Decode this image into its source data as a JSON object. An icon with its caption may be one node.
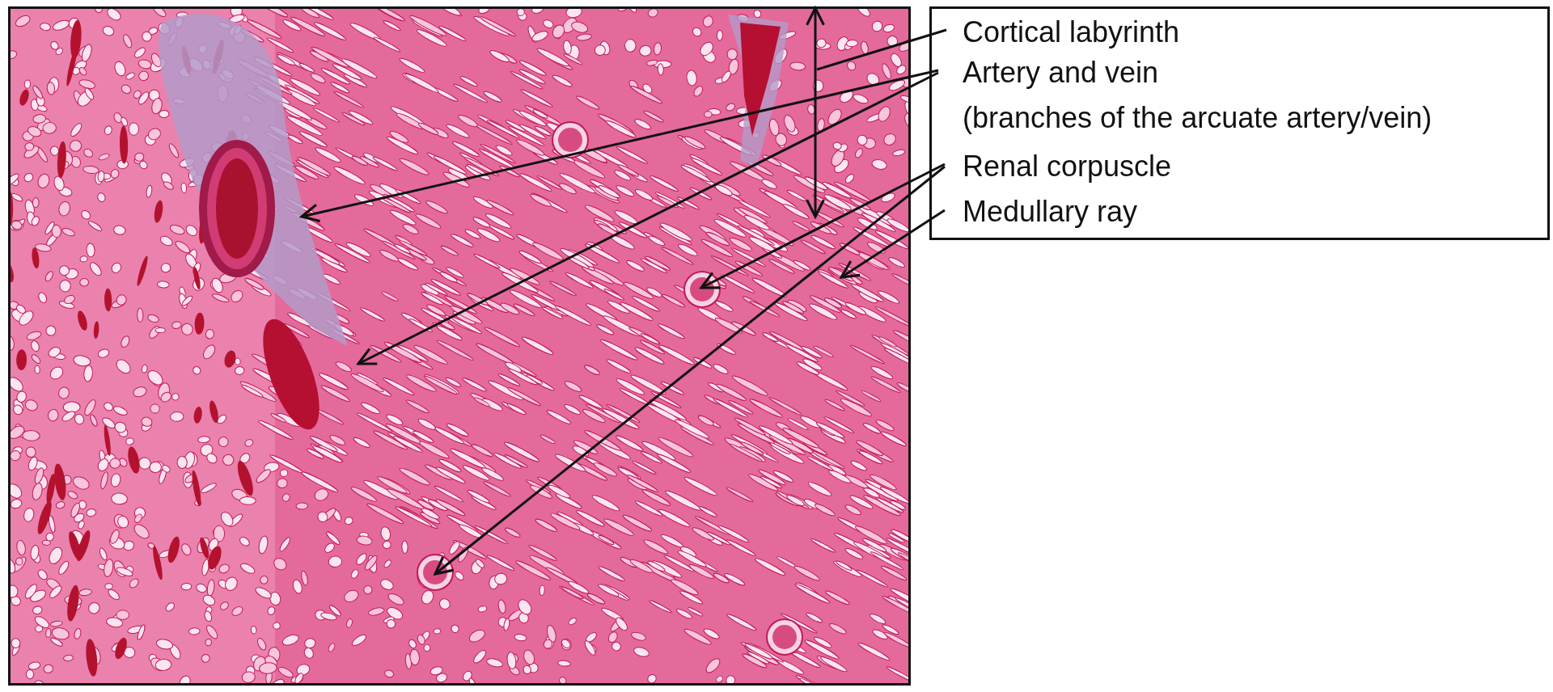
{
  "diagram": {
    "nodes": [
      {
        "text": [],
        "shape": "picture"
      },
      {
        "text": [],
        "shape": "box"
      },
      {
        "text": [
          "Cortical labyrinth"
        ],
        "in": 1
      },
      {
        "text": [
          "Artery and vein",
          "(branches of the arcuate artery/vein)"
        ],
        "in": 1
      },
      {
        "text": [
          "Renal corpuscle"
        ],
        "in": 1
      },
      {
        "text": [
          "Medullary ray"
        ],
        "in": 1
      }
    ],
    "edges": [
      {
        "from": 2,
        "to": 0,
        "arrow": "none"
      },
      {
        "from": 3,
        "to": 0,
        "arrow": "to"
      },
      {
        "from": 3,
        "to": 0,
        "arrow": "to"
      },
      {
        "from": 4,
        "to": 0,
        "arrow": "to"
      },
      {
        "from": 4,
        "to": 0,
        "arrow": "to"
      },
      {
        "from": 5,
        "to": 0,
        "arrow": "to"
      }
    ]
  }
}
